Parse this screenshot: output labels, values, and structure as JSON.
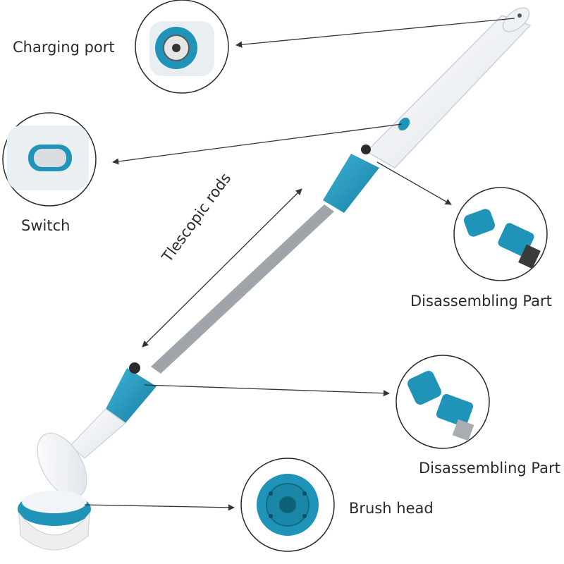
{
  "labels": {
    "charging_port": "Charging port",
    "switch": "Switch",
    "telescopic_rods": "Tlescopic rods",
    "disassembling_part_upper": "Disassembling Part",
    "disassembling_part_lower": "Disassembling Part",
    "brush_head": "Brush head"
  },
  "colors": {
    "accent_blue": "#1f93b8",
    "body_white": "#f4f6fa",
    "rod_metal": "#a9adb3",
    "circle_border": "#2b2b2b",
    "text": "#2a2a2a"
  }
}
